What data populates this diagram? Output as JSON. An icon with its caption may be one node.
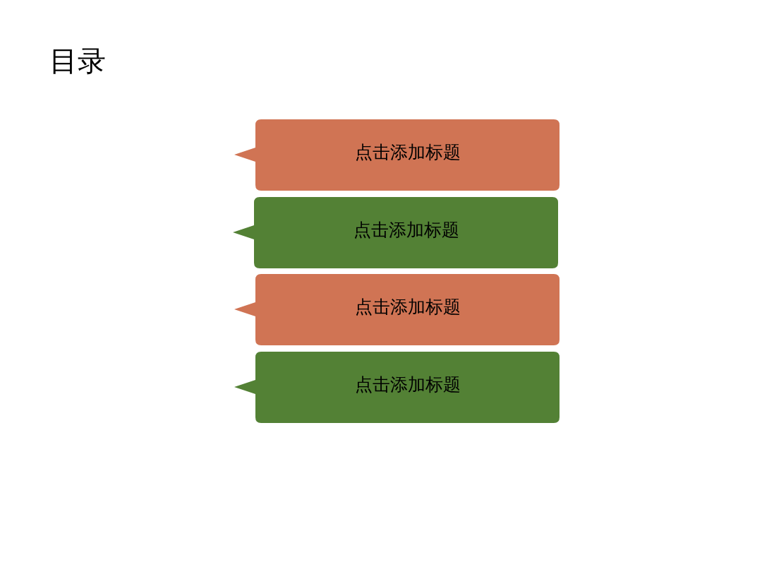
{
  "diagram": {
    "title": "目录",
    "nodes": [
      {
        "text": [
          "点击添加标题"
        ]
      },
      {
        "text": [
          "点击添加标题"
        ]
      },
      {
        "text": [
          "点击添加标题"
        ]
      },
      {
        "text": [
          "点击添加标题"
        ]
      }
    ]
  }
}
